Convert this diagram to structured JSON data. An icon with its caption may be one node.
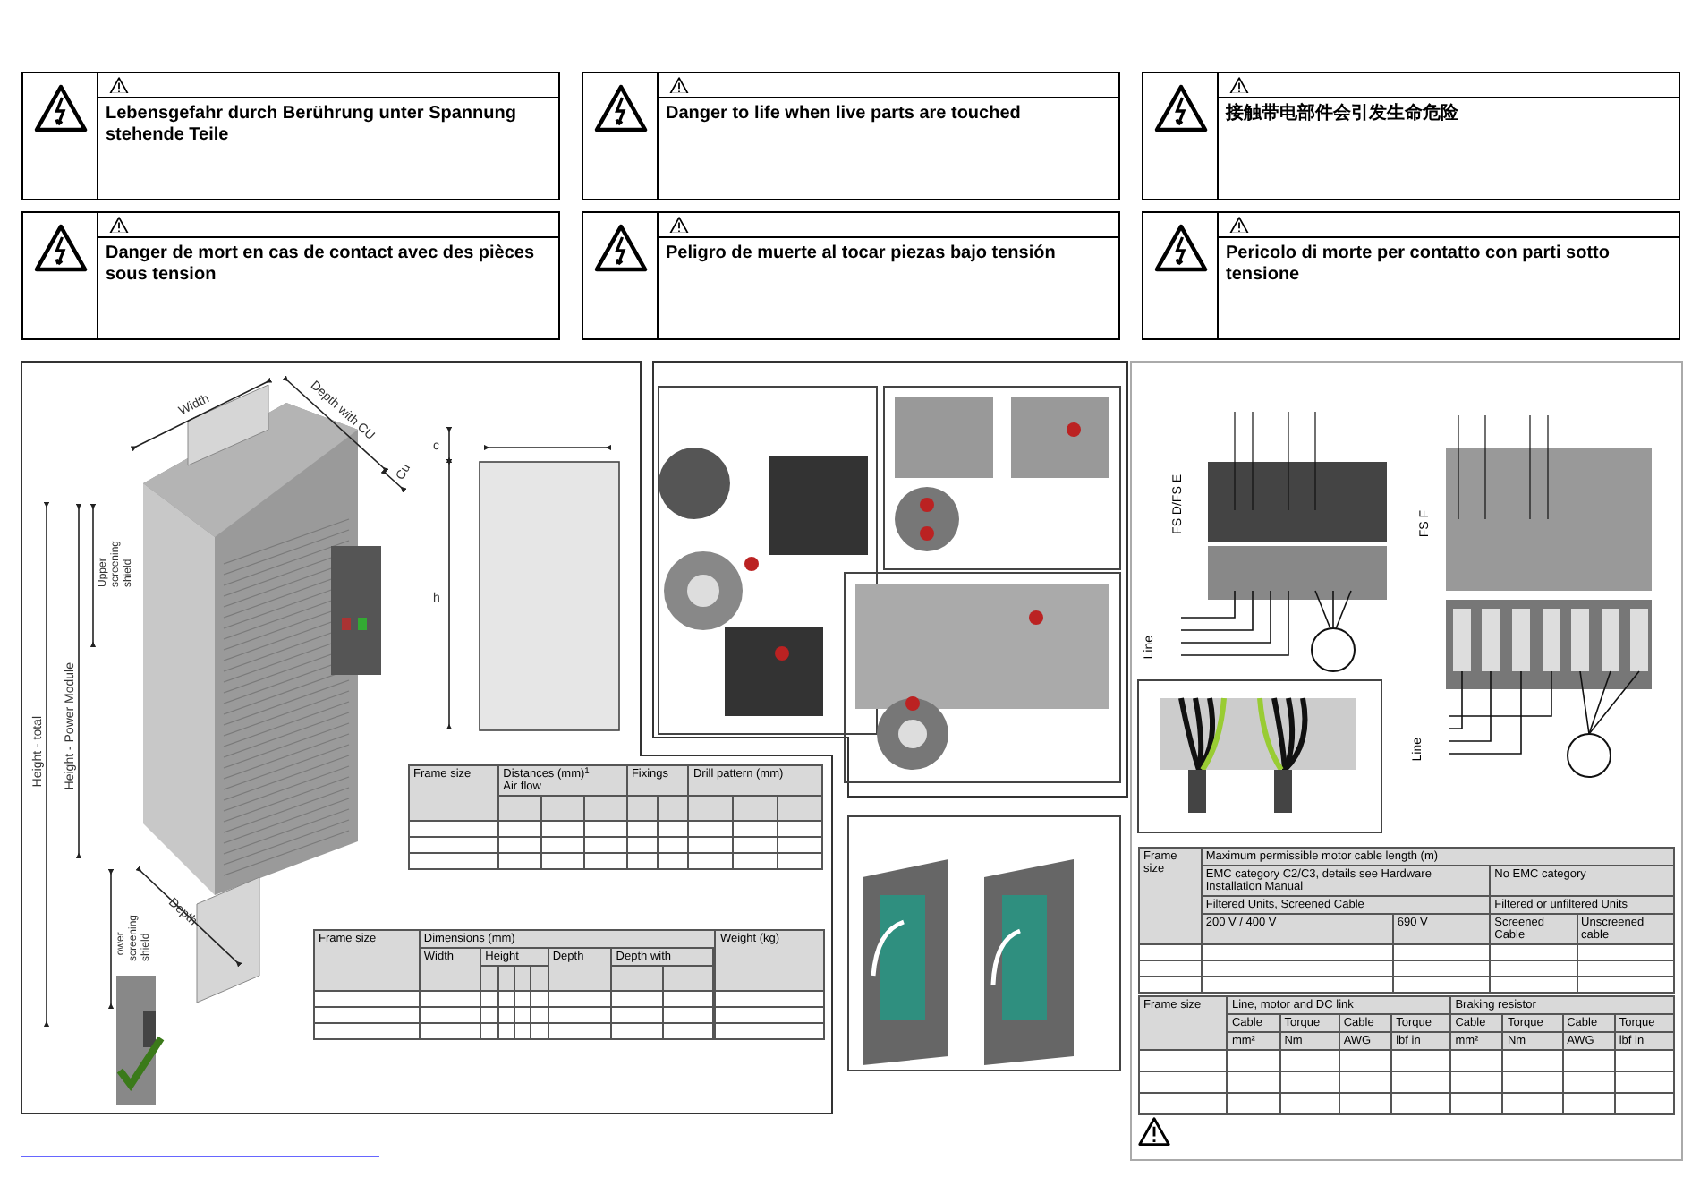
{
  "diagram": {
    "nodes": [
      {
        "text": [
          "Lebensgefahr durch Berührung unter Spannung stehende Teile"
        ]
      },
      {
        "text": [
          "Danger to life when live parts are touched"
        ]
      },
      {
        "text": [
          "接触带电部件会引发生命危险"
        ]
      },
      {
        "text": [
          "Danger de mort en cas de contact avec des pièces sous tension"
        ]
      },
      {
        "text": [
          "Peligro de muerte al tocar piezas bajo tensión"
        ]
      },
      {
        "text": [
          "Pericolo di morte per contatto con parti sotto tensione"
        ]
      }
    ],
    "labels": [
      "Width",
      "Depth with CU",
      "Cu",
      "Upper screening shield",
      "Height - Power Module",
      "Height - total",
      "Lower screening shield",
      "Depth",
      "c",
      "h",
      "Frame size",
      "Distances (mm)$^{1}$",
      "Air flow",
      "Fixings",
      "Drill pattern (mm)",
      "Frame size",
      "Dimensions (mm)",
      "Width",
      "Height",
      "Depth",
      "Depth with",
      "Weight (kg)",
      "FS D/FS E",
      "Line",
      "FS F",
      "Line",
      "Frame size",
      "Maximum permissible motor cable length (m)",
      "EMC category C2/C3, details see Hardware Installation Manual",
      "No EMC category",
      "Filtered Units, Screened Cable",
      "Filtered or unfiltered Units",
      "200 V / 400 V",
      "690 V",
      "Screened Cable",
      "Unscreened cable",
      "Frame size",
      "Line, motor and DC link",
      "Braking resistor",
      "Cable",
      "Torque",
      "Cable",
      "Torque",
      "Cable",
      "Torque",
      "Cable",
      "Torque",
      "mm²",
      "Nm",
      "AWG",
      "lbf in",
      "mm²",
      "Nm",
      "AWG",
      "lbf in"
    ]
  }
}
